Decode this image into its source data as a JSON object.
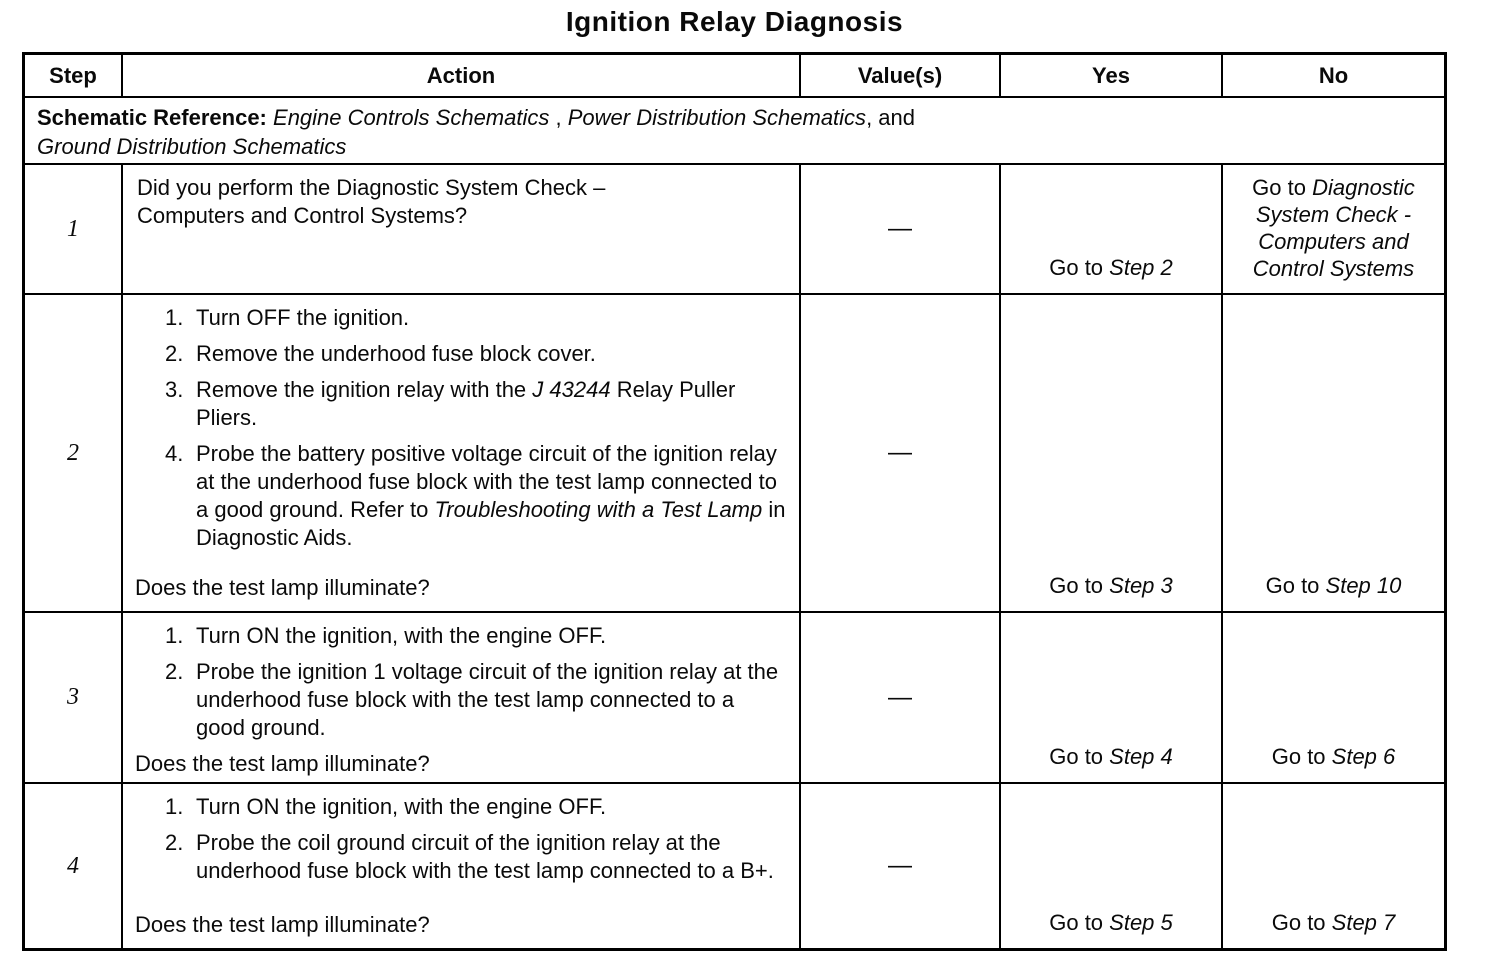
{
  "page": {
    "title": "Ignition Relay Diagnosis"
  },
  "colors": {
    "ink": "#000000",
    "paper": "#ffffff"
  },
  "table": {
    "columns": {
      "step": "Step",
      "action": "Action",
      "values": "Value(s)",
      "yes": "Yes",
      "no": "No"
    },
    "schematic": {
      "label": "Schematic Reference:",
      "ref_engine": "Engine Controls Schematics",
      "sep_comma": " , ",
      "ref_power": "Power Distribution Schematics",
      "sep_and": ", and",
      "ref_ground": "Ground Distribution Schematics"
    },
    "rows": [
      {
        "step": "1",
        "action_line1": "Did you perform the Diagnostic System Check –",
        "action_line2": "Computers and Control Systems?",
        "value": "—",
        "yes_prefix": "Go to ",
        "yes_target": "Step 2",
        "no_prefix": "Go to ",
        "no_target": "Diagnostic System Check - Computers and Control Systems"
      },
      {
        "step": "2",
        "items": [
          {
            "num": "1.",
            "pre": "Turn OFF the ignition.",
            "italic": "",
            "post": ""
          },
          {
            "num": "2.",
            "pre": "Remove the underhood fuse block cover.",
            "italic": "",
            "post": ""
          },
          {
            "num": "3.",
            "pre": "Remove the ignition relay with the ",
            "italic": "J 43244",
            "post": " Relay Puller Pliers."
          },
          {
            "num": "4.",
            "pre": "Probe the battery positive voltage circuit of the ignition relay at the underhood fuse block with the test lamp connected to a good ground. Refer to ",
            "italic": "Troubleshooting with a Test Lamp",
            "post": " in Diagnostic Aids."
          }
        ],
        "question": "Does the test lamp illuminate?",
        "value": "—",
        "yes_prefix": "Go to ",
        "yes_target": "Step 3",
        "no_prefix": "Go to ",
        "no_target": "Step 10"
      },
      {
        "step": "3",
        "items": [
          {
            "num": "1.",
            "pre": "Turn ON the ignition, with the engine OFF.",
            "italic": "",
            "post": ""
          },
          {
            "num": "2.",
            "pre": "Probe the ignition 1 voltage circuit of the ignition relay at the underhood fuse block with the test lamp connected to a good ground.",
            "italic": "",
            "post": ""
          }
        ],
        "question": "Does the test lamp illuminate?",
        "value": "—",
        "yes_prefix": "Go to ",
        "yes_target": "Step 4",
        "no_prefix": "Go to ",
        "no_target": "Step 6"
      },
      {
        "step": "4",
        "items": [
          {
            "num": "1.",
            "pre": "Turn ON the ignition, with the engine OFF.",
            "italic": "",
            "post": ""
          },
          {
            "num": "2.",
            "pre": "Probe the coil ground circuit of the ignition relay at the underhood fuse block with the test lamp connected to a B+.",
            "italic": "",
            "post": ""
          }
        ],
        "question": "Does the test lamp illuminate?",
        "value": "—",
        "yes_prefix": "Go to ",
        "yes_target": "Step 5",
        "no_prefix": "Go to ",
        "no_target": "Step 7"
      }
    ]
  }
}
